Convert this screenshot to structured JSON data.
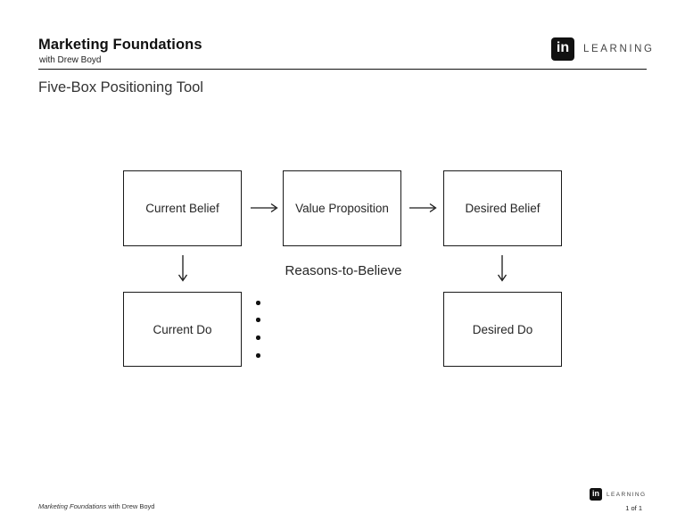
{
  "header": {
    "course_title": "Marketing Foundations",
    "course_author": "with Drew Boyd",
    "page_title": "Five-Box Positioning Tool",
    "brand": {
      "badge_text": "in",
      "wordmark": "LEARNING"
    }
  },
  "diagram": {
    "boxes": [
      {
        "label": "Current Belief"
      },
      {
        "label": "Value Proposition"
      },
      {
        "label": "Desired Belief"
      },
      {
        "label": "Current Do"
      },
      {
        "label": "Desired Do"
      }
    ],
    "flow": [
      "Current Belief -> Value Proposition",
      "Value Proposition -> Desired Belief",
      "Current Belief -> Current Do",
      "Desired Belief -> Desired Do"
    ],
    "annotation": "Reasons-to-Believe",
    "bullet_count": 4
  },
  "footer": {
    "reference_italic": "Marketing Foundations",
    "reference_rest": " with Drew Boyd",
    "brand": {
      "badge_text": "in",
      "wordmark": "LEARNING"
    },
    "page_indicator": "1 of 1"
  },
  "colors": {
    "ink": "#1a1a1a",
    "text": "#262626",
    "brand_badge": "#111111",
    "wordmark_gray": "#444444",
    "background": "#ffffff"
  }
}
